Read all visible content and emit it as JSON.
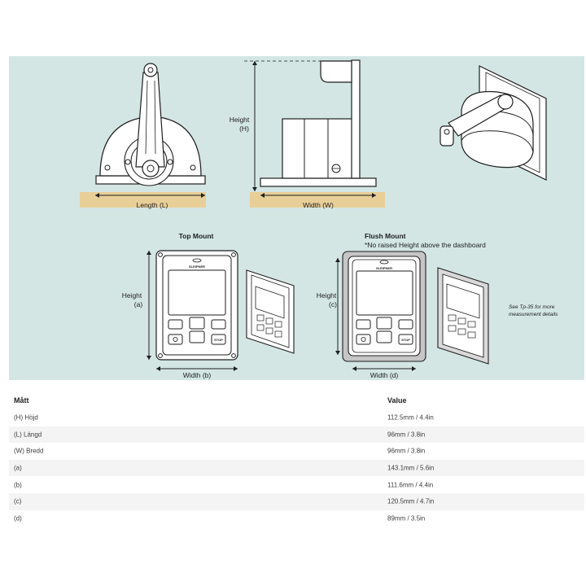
{
  "diagram": {
    "side_view": {
      "dimension_label": "Length (L)"
    },
    "front_view": {
      "height_label": "Height",
      "height_sub": "(H)",
      "width_label": "Width (W)"
    },
    "top_mount": {
      "title": "Top Mount",
      "height_label": "Height",
      "height_sub": "(a)",
      "width_label": "Width (b)",
      "brand": "SLEIPNER",
      "stop_label": "STOP"
    },
    "flush_mount": {
      "title": "Flush Mount",
      "note": "*No raised Height above the dashboard",
      "height_label": "Height",
      "height_sub": "(c)",
      "width_label": "Width (d)",
      "brand": "SLEIPNER",
      "stop_label": "STOP"
    },
    "reference_note": {
      "line1": "See Tp-35 for more",
      "line2": "measurement details"
    },
    "colors": {
      "panel": "#d3e6e4",
      "wood": "#e8cf98",
      "line": "#1e1e1e"
    }
  },
  "table": {
    "headers": {
      "label": "Mått",
      "value": "Value"
    },
    "rows": [
      {
        "label": "(H) Höjd",
        "value": "112.5mm / 4.4in"
      },
      {
        "label": "(L) Längd",
        "value": "96mm / 3.8in"
      },
      {
        "label": "(W) Bredd",
        "value": "96mm / 3.8in"
      },
      {
        "label": "(a)",
        "value": "143.1mm / 5.6in"
      },
      {
        "label": "(b)",
        "value": "111.6mm / 4.4in"
      },
      {
        "label": "(c)",
        "value": "120.5mm / 4.7in"
      },
      {
        "label": "(d)",
        "value": "89mm / 3.5in"
      }
    ]
  }
}
